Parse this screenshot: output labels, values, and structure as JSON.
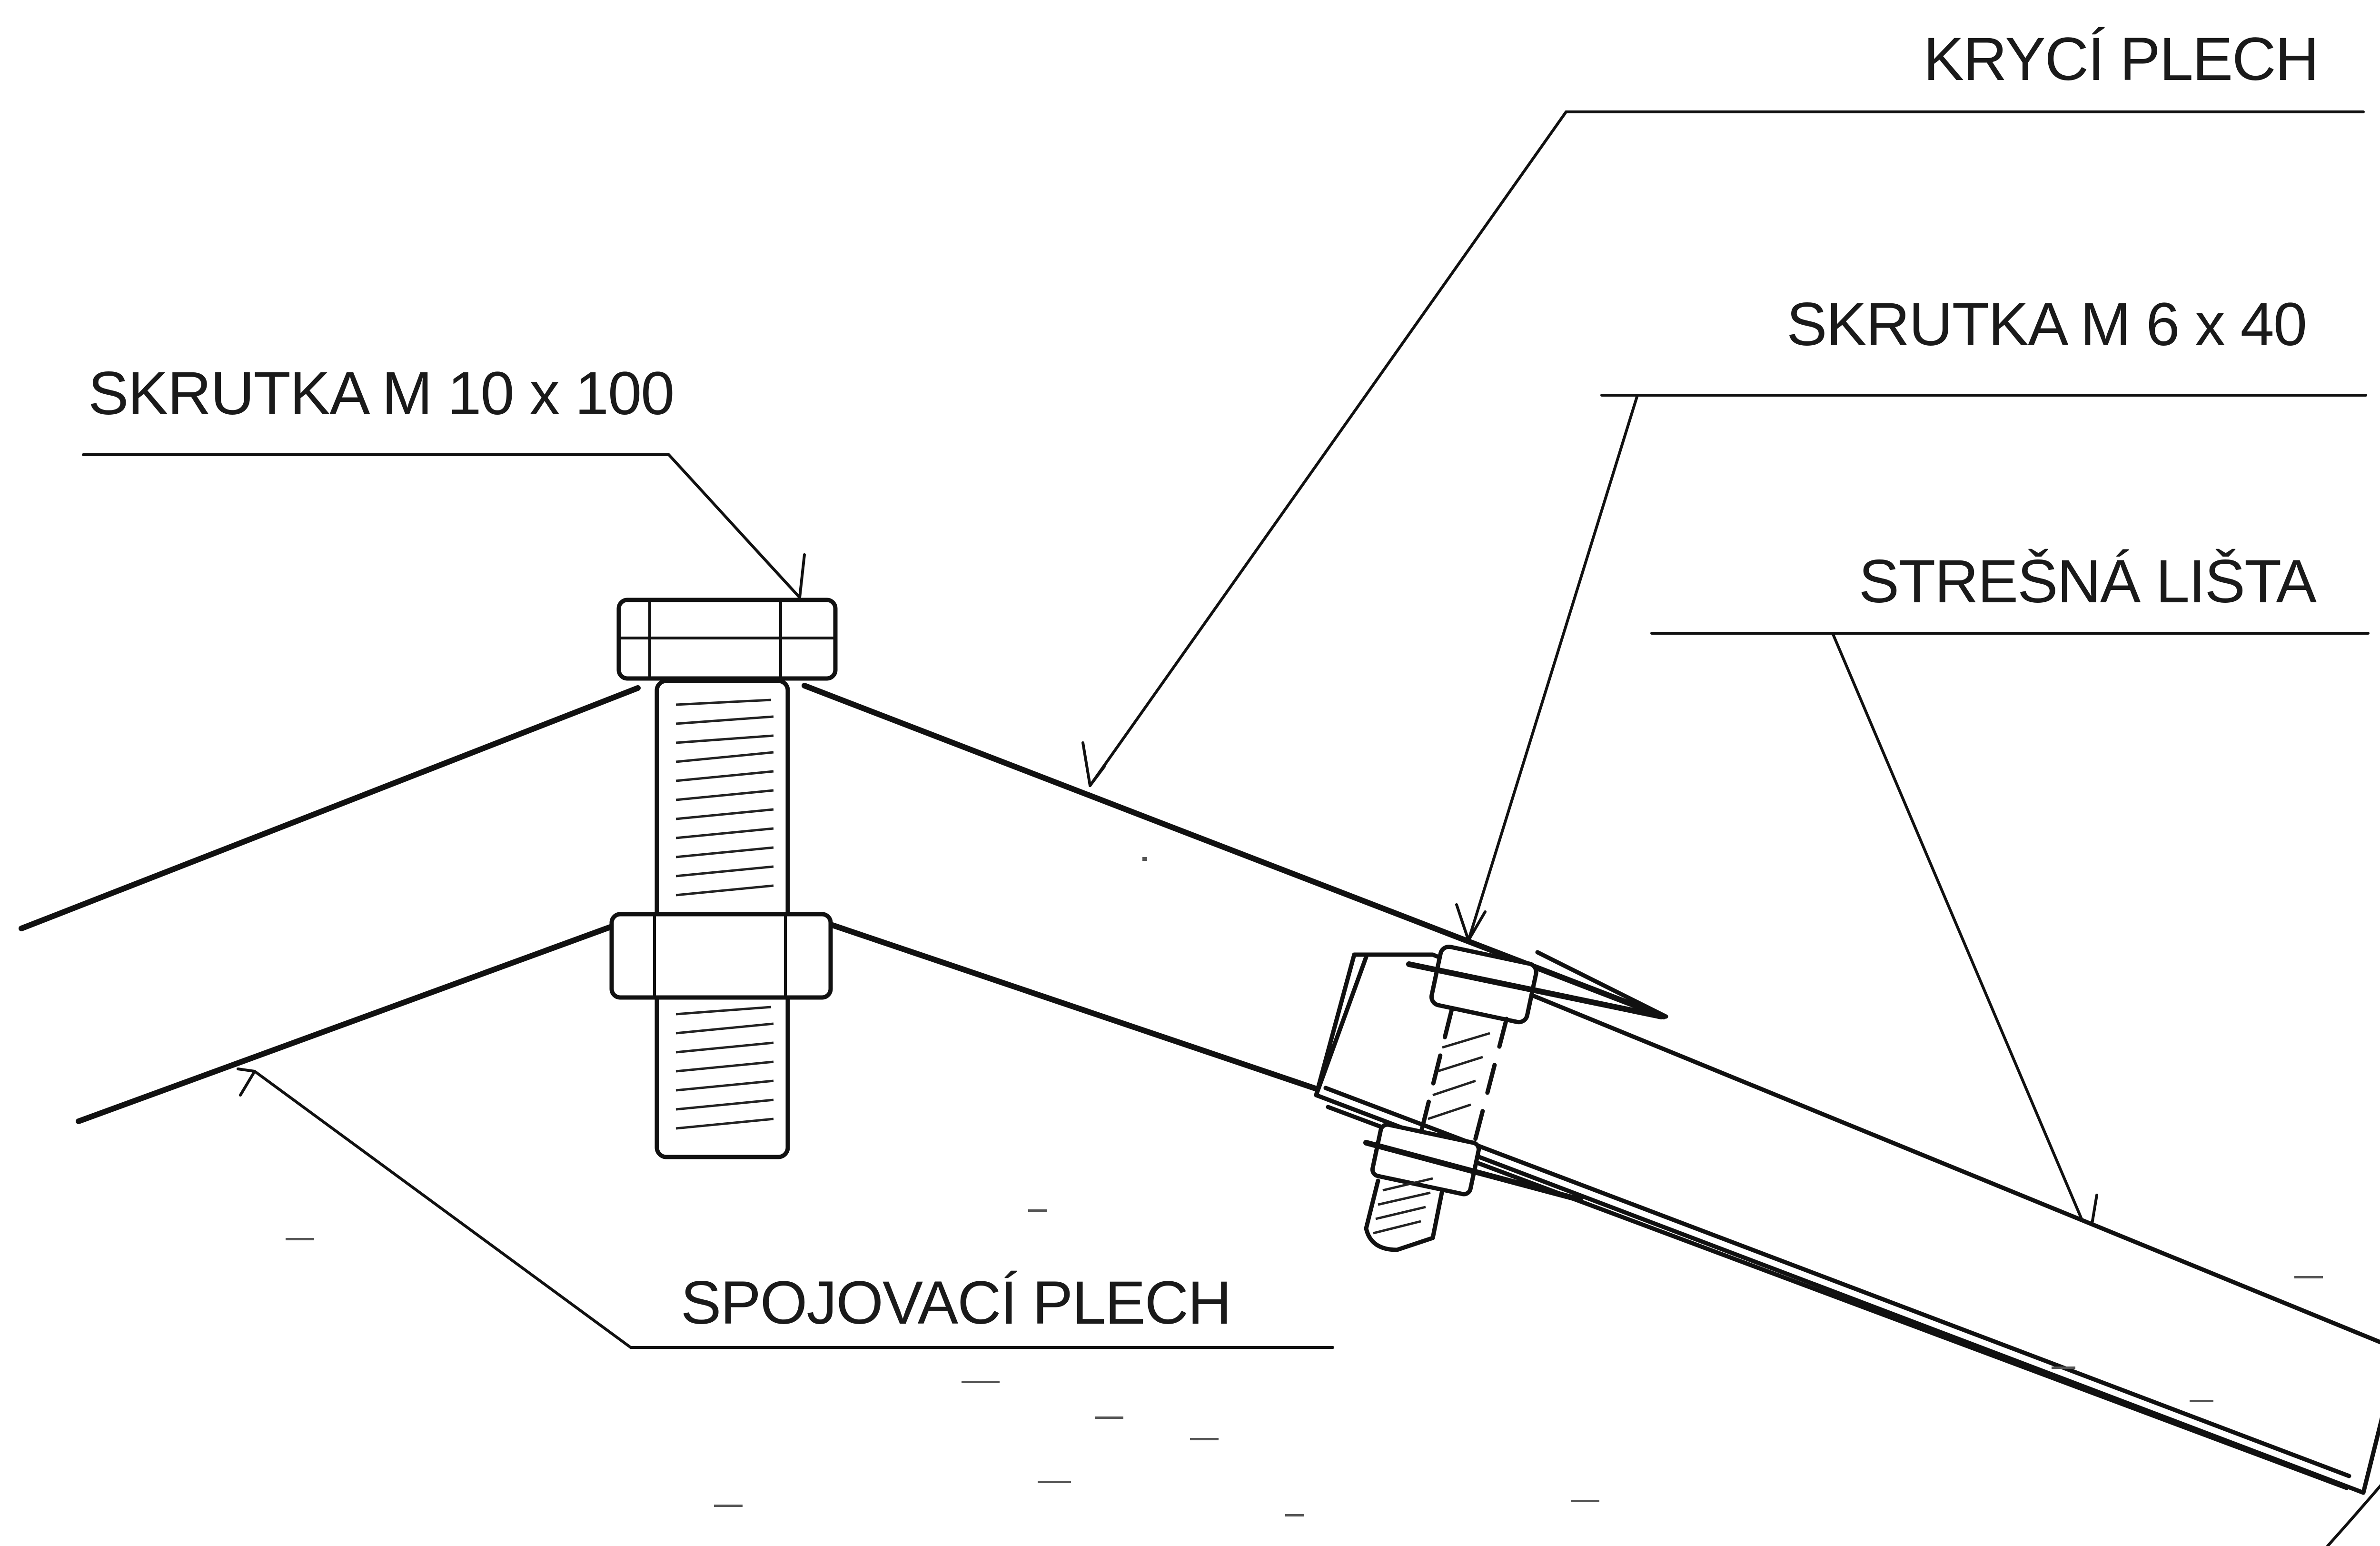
{
  "labels": {
    "cover_sheet": "KRYCÍ PLECH",
    "screw_small": "SKRUTKA M 6 x 40",
    "screw_large": "SKRUTKA M 10 x 100",
    "roof_strip": "STREŠNÁ LIŠTA",
    "joining_sheet": "SPOJOVACÍ PLECH"
  },
  "colors": {
    "ink": "#111111",
    "paper": "#ffffff"
  }
}
